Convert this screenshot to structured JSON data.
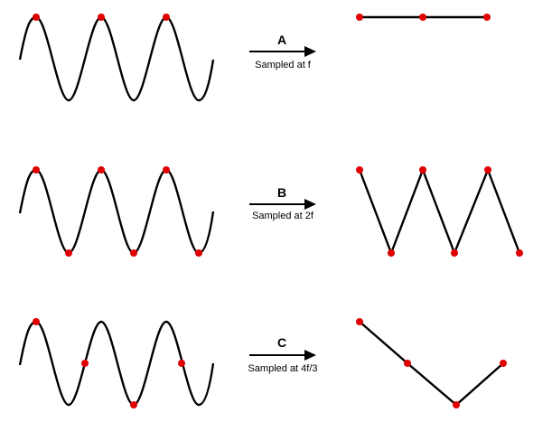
{
  "rows": [
    {
      "label": "A",
      "caption": "Sampled at f",
      "samples_per_cycle": 1
    },
    {
      "label": "B",
      "caption": "Sampled at 2f",
      "samples_per_cycle": 2
    },
    {
      "label": "C",
      "caption": "Sampled at 4f/3",
      "samples_per_cycle": 1.3333
    }
  ],
  "colors": {
    "wave": "#000000",
    "sample_point": "#e00000",
    "arrow": "#000000"
  }
}
